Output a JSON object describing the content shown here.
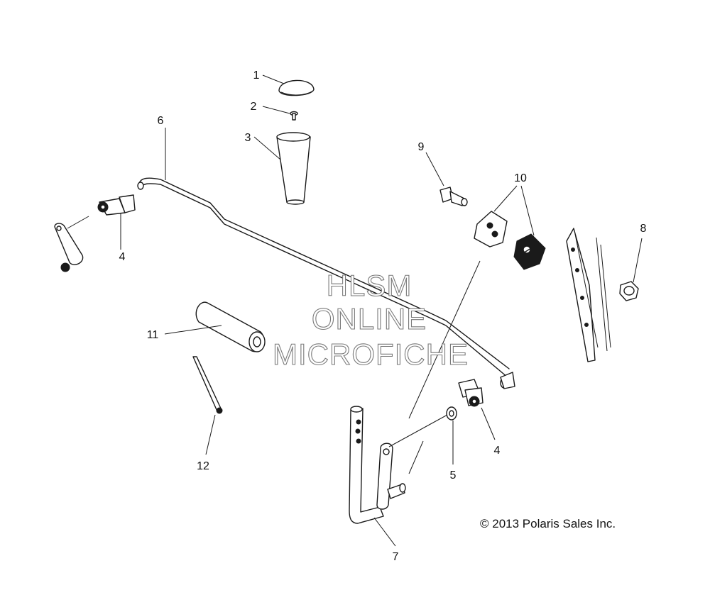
{
  "callouts": [
    {
      "id": "c1",
      "label": "1"
    },
    {
      "id": "c2",
      "label": "2"
    },
    {
      "id": "c3",
      "label": "3"
    },
    {
      "id": "c4a",
      "label": "4"
    },
    {
      "id": "c4b",
      "label": "4"
    },
    {
      "id": "c5",
      "label": "5"
    },
    {
      "id": "c6",
      "label": "6"
    },
    {
      "id": "c7",
      "label": "7"
    },
    {
      "id": "c8",
      "label": "8"
    },
    {
      "id": "c9",
      "label": "9"
    },
    {
      "id": "c10",
      "label": "10"
    },
    {
      "id": "c11",
      "label": "11"
    },
    {
      "id": "c12",
      "label": "12"
    }
  ],
  "watermark": {
    "line1": "HLSM",
    "line2": "ONLINE",
    "line3": "MICROFICHE"
  },
  "copyright": "© 2013 Polaris Sales Inc."
}
